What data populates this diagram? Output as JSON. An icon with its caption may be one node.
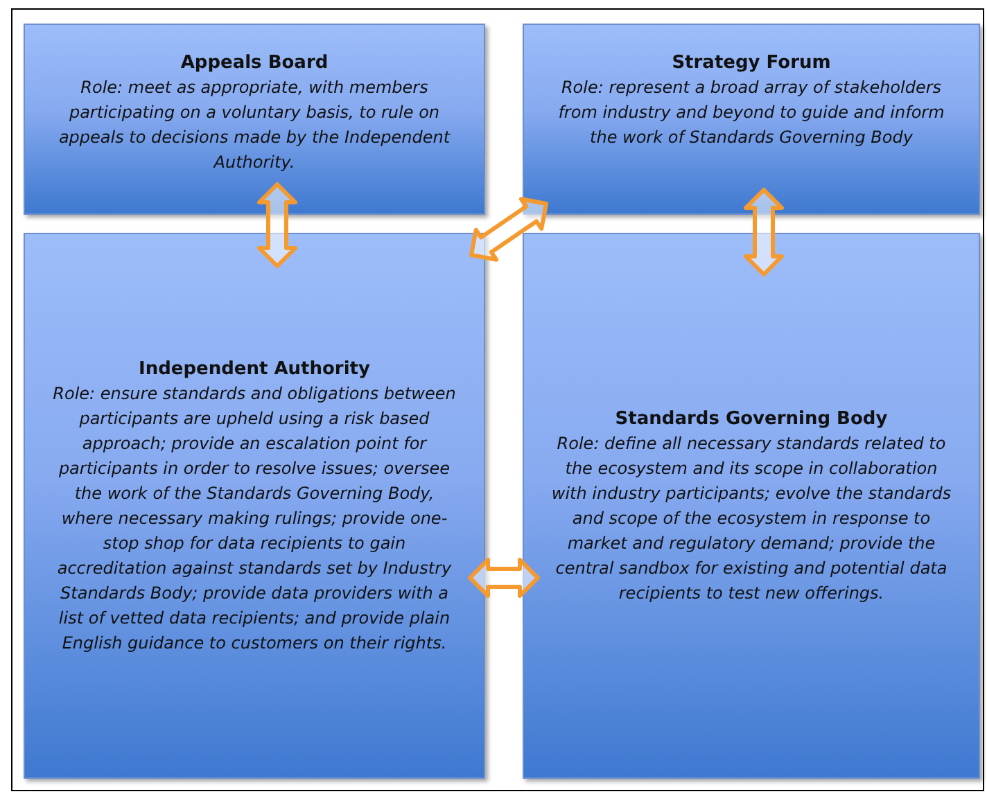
{
  "diagram": {
    "nodes": [
      {
        "text": [
          "Appeals Board",
          "Role: meet as appropriate, with members participating on a voluntary basis, to rule on appeals to decisions made by the Independent Authority."
        ]
      },
      {
        "text": [
          "Strategy Forum",
          "Role: represent a broad array of stakeholders from industry and beyond to guide and inform the work of Standards Governing Body"
        ]
      },
      {
        "text": [
          "Independent Authority",
          "Role: ensure standards and obligations between participants are upheld using a risk based approach; provide an escalation point for participants in order to resolve issues; oversee the work of the Standards Governing Body, where necessary making rulings; provide one-stop shop for data recipients to gain accreditation against standards set by Industry Standards Body; provide data providers with a list of vetted data recipients; and provide plain English guidance to customers on their rights."
        ]
      },
      {
        "text": [
          "Standards Governing Body",
          "Role: define all necessary standards related to the ecosystem and its scope in collaboration with industry participants; evolve the standards and scope of the ecosystem in response to market and regulatory demand; provide the central sandbox for existing and potential data recipients to test new offerings."
        ]
      }
    ],
    "edges": [
      {
        "from": 0,
        "to": 2,
        "arrow": "both"
      },
      {
        "from": 2,
        "to": 1,
        "arrow": "both"
      },
      {
        "from": 1,
        "to": 3,
        "arrow": "both"
      },
      {
        "from": 2,
        "to": 3,
        "arrow": "both"
      }
    ]
  }
}
